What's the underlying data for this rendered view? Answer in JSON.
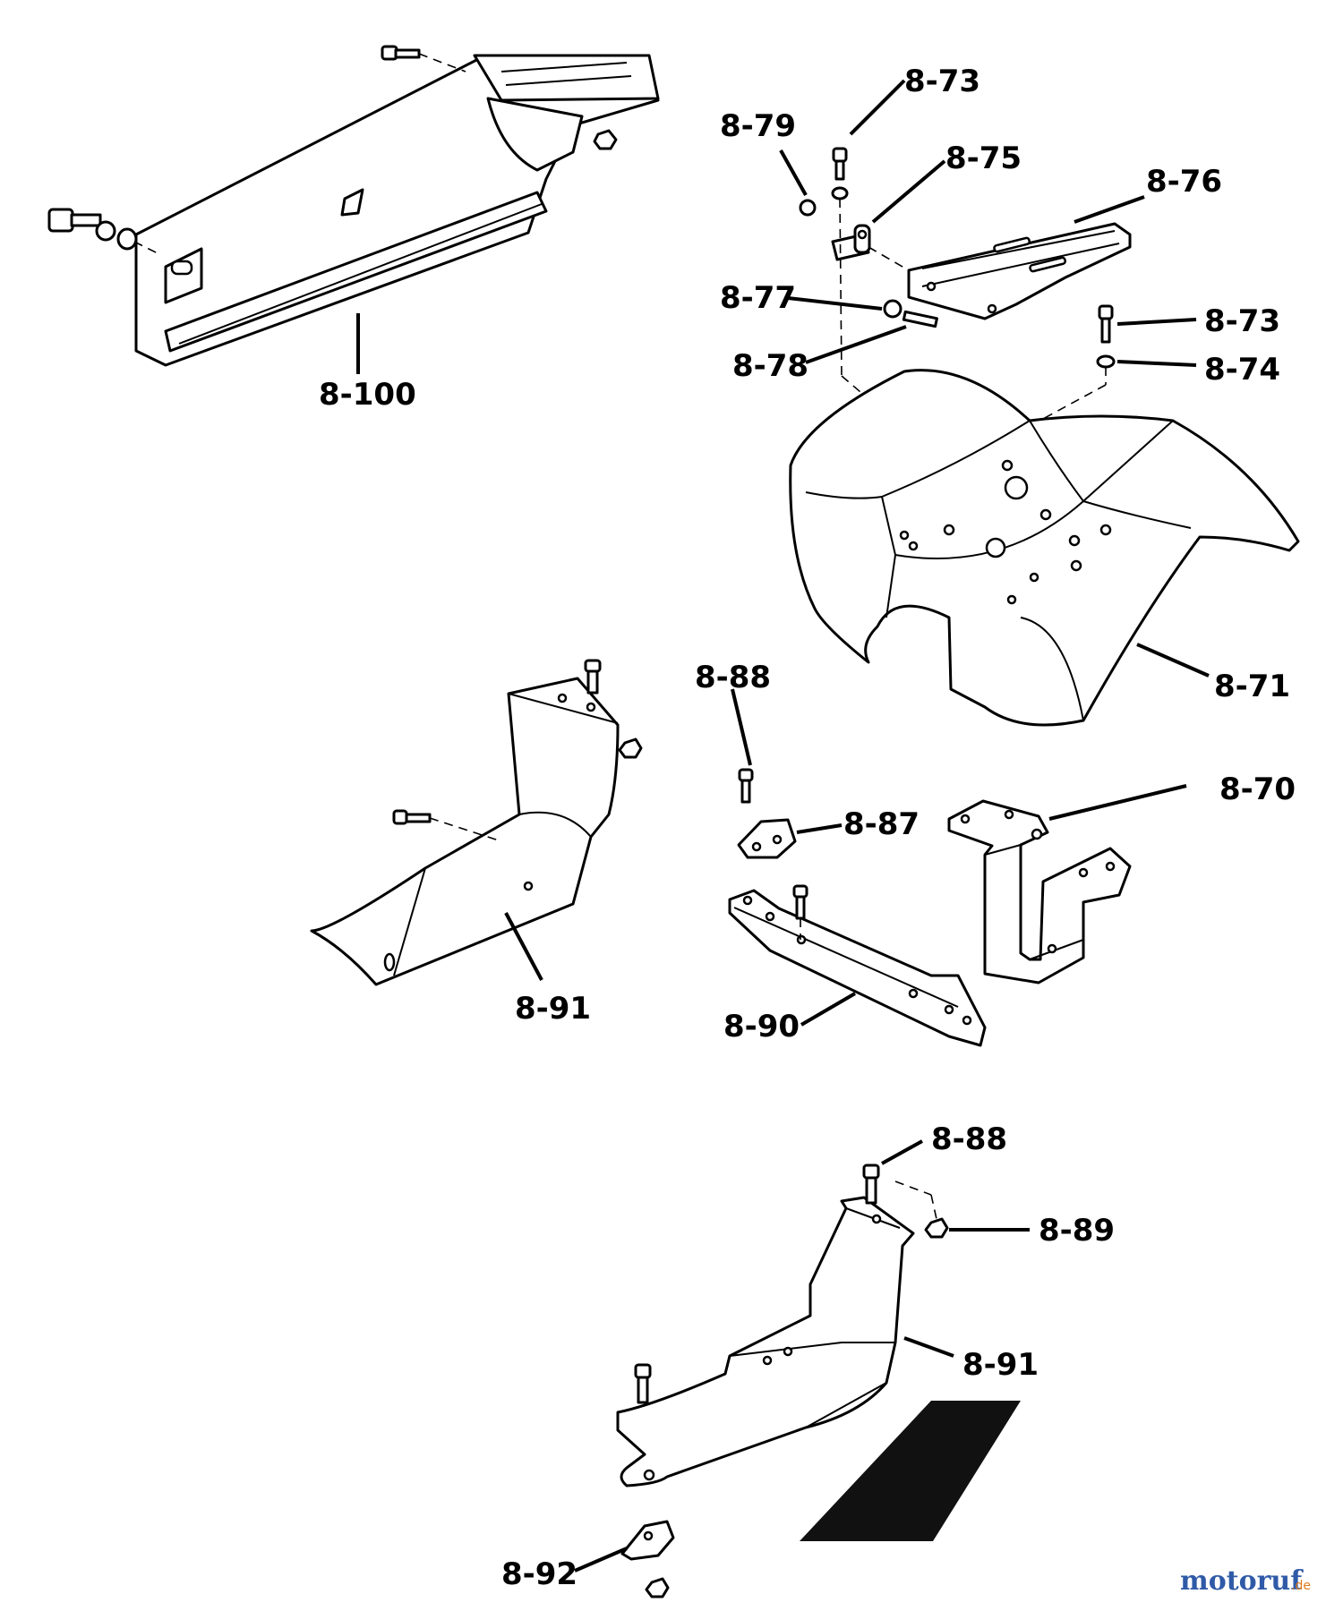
{
  "callouts": [
    {
      "id": "c-8-100",
      "text": "8-100"
    },
    {
      "id": "c-8-73a",
      "text": "8-73"
    },
    {
      "id": "c-8-79",
      "text": "8-79"
    },
    {
      "id": "c-8-75",
      "text": "8-75"
    },
    {
      "id": "c-8-76",
      "text": "8-76"
    },
    {
      "id": "c-8-77",
      "text": "8-77"
    },
    {
      "id": "c-8-78",
      "text": "8-78"
    },
    {
      "id": "c-8-73b",
      "text": "8-73"
    },
    {
      "id": "c-8-74",
      "text": "8-74"
    },
    {
      "id": "c-8-71",
      "text": "8-71"
    },
    {
      "id": "c-8-88a",
      "text": "8-88"
    },
    {
      "id": "c-8-87",
      "text": "8-87"
    },
    {
      "id": "c-8-70",
      "text": "8-70"
    },
    {
      "id": "c-8-91a",
      "text": "8-91"
    },
    {
      "id": "c-8-90",
      "text": "8-90"
    },
    {
      "id": "c-8-88b",
      "text": "8-88"
    },
    {
      "id": "c-8-89",
      "text": "8-89"
    },
    {
      "id": "c-8-91b",
      "text": "8-91"
    },
    {
      "id": "c-8-92",
      "text": "8-92"
    }
  ],
  "watermark": {
    "brand": "motoruf",
    "tld": ".de",
    "brand_color": "#2f5aa8",
    "accent_color": "#e07a1f"
  }
}
